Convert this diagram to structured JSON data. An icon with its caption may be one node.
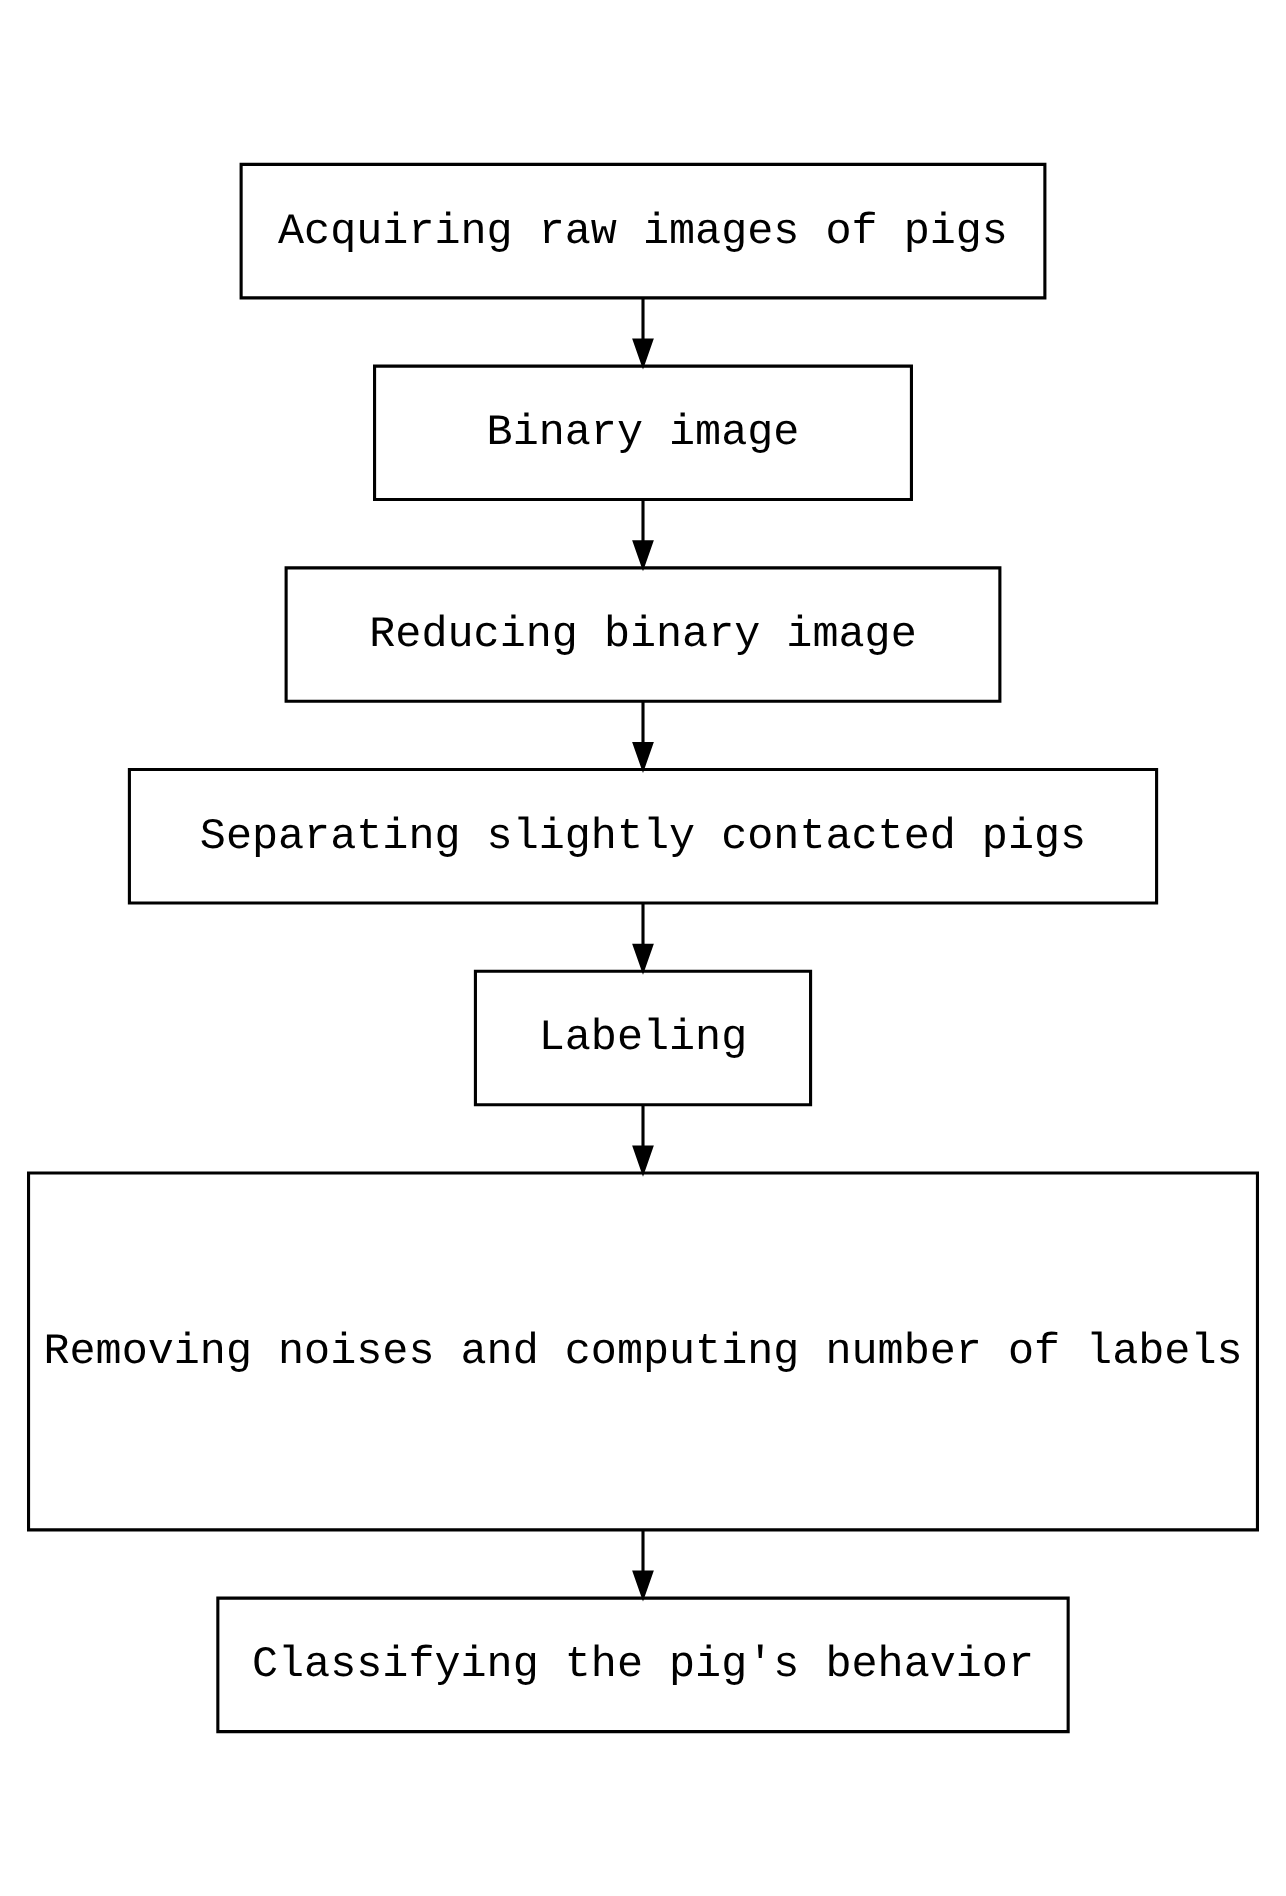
{
  "diagram": {
    "nodes": [
      {
        "text": [
          "Acquiring raw images of pigs"
        ]
      },
      {
        "text": [
          "Binary image"
        ]
      },
      {
        "text": [
          "Reducing binary image"
        ]
      },
      {
        "text": [
          "Separating slightly contacted pigs"
        ]
      },
      {
        "text": [
          "Labeling"
        ]
      },
      {
        "text": [
          "Removing noises and computing number of labels"
        ]
      },
      {
        "text": [
          "Classifying the pig's behavior"
        ]
      }
    ],
    "edges": [
      {
        "from": 0,
        "to": 1,
        "arrow": "to"
      },
      {
        "from": 1,
        "to": 2,
        "arrow": "to"
      },
      {
        "from": 2,
        "to": 3,
        "arrow": "to"
      },
      {
        "from": 3,
        "to": 4,
        "arrow": "to"
      },
      {
        "from": 4,
        "to": 5,
        "arrow": "to"
      },
      {
        "from": 5,
        "to": 6,
        "arrow": "to"
      }
    ]
  }
}
